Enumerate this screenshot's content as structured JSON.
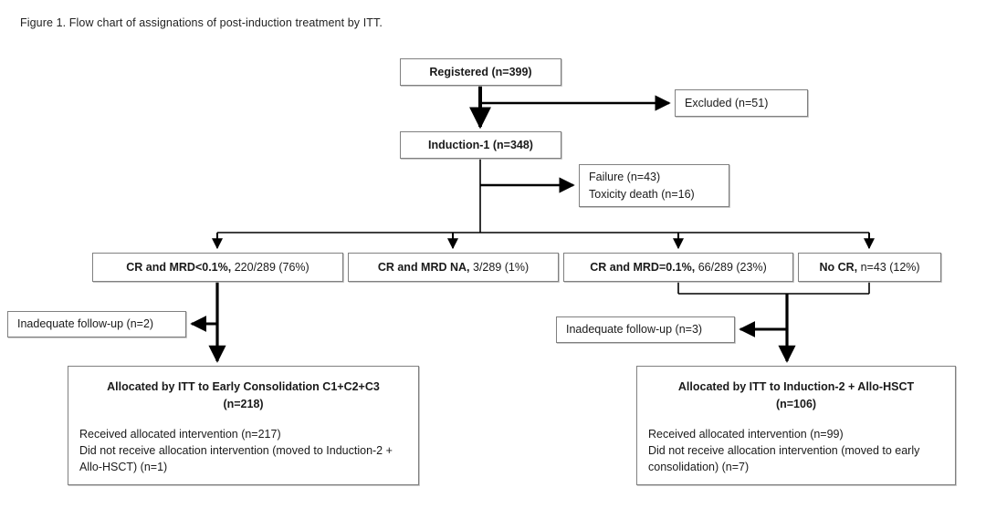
{
  "caption": "Figure 1. Flow chart of assignations of post-induction treatment by ITT.",
  "colors": {
    "box_border": "#808080",
    "connector": "#000000",
    "background": "#ffffff",
    "text": "#1a1a1a"
  },
  "nodes": {
    "registered": {
      "label": "Registered (n=399)",
      "n": 399
    },
    "excluded": {
      "label": "Excluded (n=51)",
      "n": 51
    },
    "induction1": {
      "label": "Induction-1 (n=348)",
      "n": 348
    },
    "failure": {
      "line1": "Failure (n=43)",
      "line2": "Toxicity death (n=16)",
      "failure_n": 43,
      "toxicity_death_n": 16
    },
    "crmrd_low": {
      "bold": "CR and MRD<0.1%,",
      "rest": " 220/289 (76%)",
      "count": 220,
      "denominator": 289,
      "percent": "76%"
    },
    "crmrd_na": {
      "bold": "CR and MRD NA,",
      "rest": " 3/289 (1%)",
      "count": 3,
      "denominator": 289,
      "percent": "1%"
    },
    "crmrd_eq": {
      "bold": "CR and MRD=0.1%,",
      "rest": " 66/289 (23%)",
      "count": 66,
      "denominator": 289,
      "percent": "23%"
    },
    "nocr": {
      "bold": "No CR,",
      "rest": " n=43 (12%)",
      "count": 43,
      "percent": "12%"
    },
    "inadequate_left": {
      "label": "Inadequate follow-up (n=2)",
      "n": 2
    },
    "inadequate_right": {
      "label": "Inadequate follow-up (n=3)",
      "n": 3
    },
    "alloc_left": {
      "head_line1": "Allocated by ITT to Early Consolidation C1+C2+C3",
      "head_line2": "(n=218)",
      "n": 218,
      "body_line1": "Received allocated intervention (n=217)",
      "body_line2": "Did not receive allocation intervention (moved to Induction-2 + Allo-HSCT) (n=1)",
      "received_n": 217,
      "not_received_n": 1
    },
    "alloc_right": {
      "head_line1": "Allocated by ITT to Induction-2 + Allo-HSCT",
      "head_line2": "(n=106)",
      "n": 106,
      "body_line1": "Received allocated intervention (n=99)",
      "body_line2": "Did not receive allocation intervention (moved to early consolidation) (n=7)",
      "received_n": 99,
      "not_received_n": 7
    }
  }
}
